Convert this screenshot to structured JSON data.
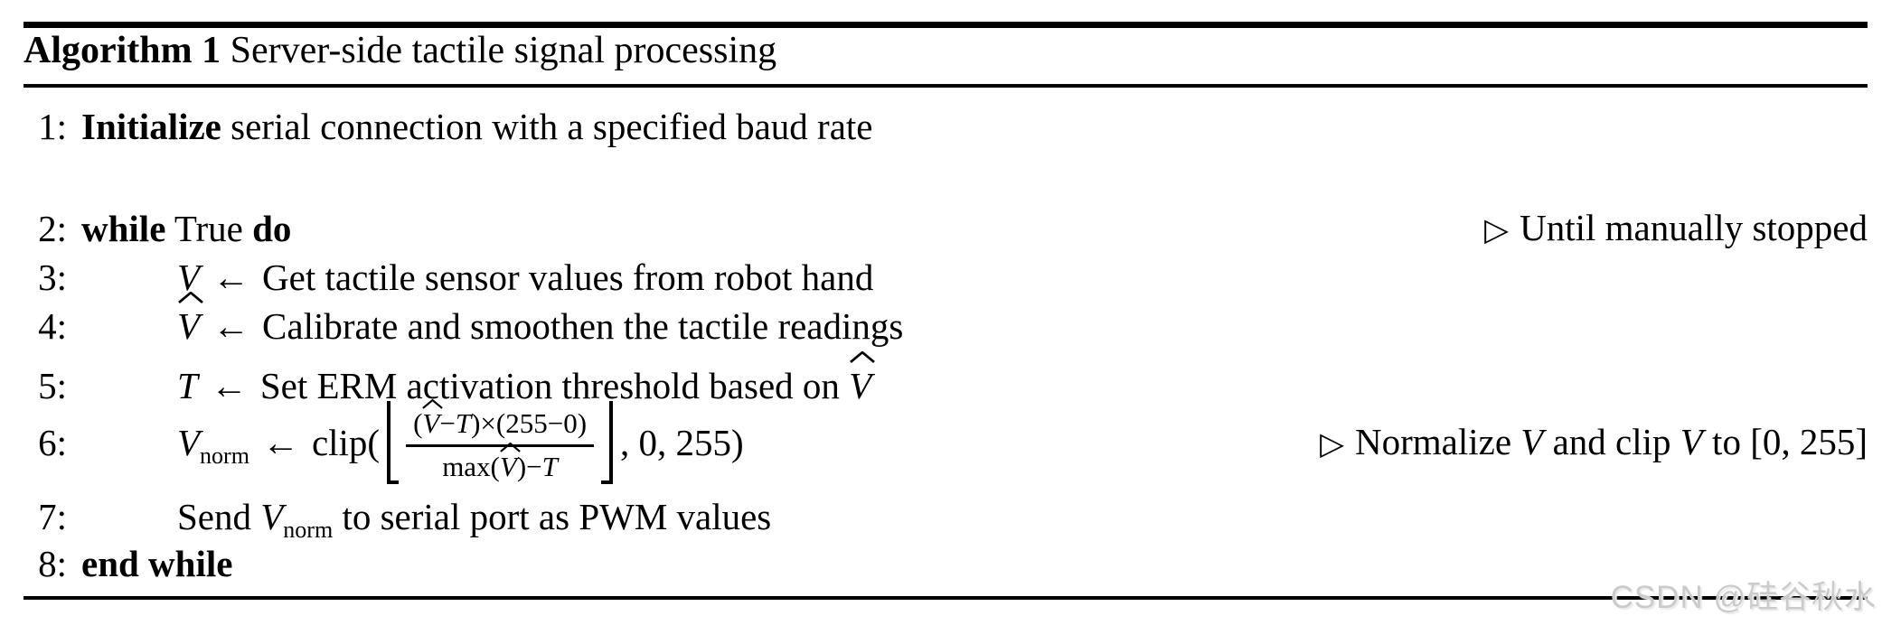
{
  "title": {
    "label": "Algorithm 1",
    "text": " Server-side tactile signal processing"
  },
  "symbols": {
    "V": "V",
    "T": "T",
    "arrow": "←",
    "comment_mark": "▷",
    "norm": "norm"
  },
  "lines": {
    "l1": {
      "num": "1:",
      "kw": "Initialize",
      "rest": " serial connection with a specified baud rate"
    },
    "l2": {
      "num": "2:",
      "kw_while": "while",
      "cond": " True ",
      "kw_do": "do",
      "comment": "Until manually stopped"
    },
    "l3": {
      "num": "3:",
      "rest": "Get tactile sensor values from robot hand"
    },
    "l4": {
      "num": "4:",
      "rest": "Calibrate and smoothen the tactile readings"
    },
    "l5": {
      "num": "5:",
      "rest": "Set ERM activation threshold based on "
    },
    "l6": {
      "num": "6:",
      "clip": "clip(",
      "n_open": "(",
      "minus": "−",
      "n_tail": ")×(255−0)",
      "d_open": "max(",
      "d_mid": ")−",
      "tail": ", 0, 255)",
      "comment": [
        "Normalize ",
        " and clip ",
        " to [0, 255]"
      ]
    },
    "l7": {
      "num": "7:",
      "pre": "Send ",
      "rest": " to serial port as PWM values"
    },
    "l8": {
      "num": "8:",
      "kw": "end while"
    }
  },
  "watermark": "CSDN @硅谷秋水"
}
